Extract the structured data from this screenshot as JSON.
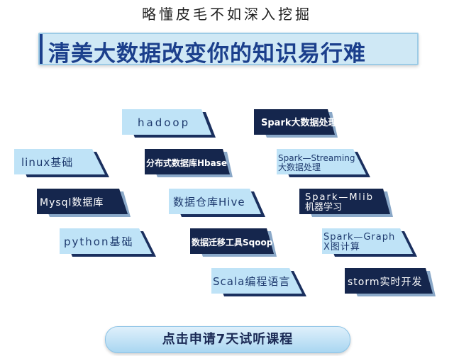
{
  "subtitle": "略懂皮毛不如深入挖掘",
  "headline": "清美大数据改变你的知识易行难",
  "colors": {
    "navy": "#1b3f8c",
    "dark_tag": "#15264d",
    "light_tag": "#bfe3f7",
    "shadow_tag": "#1a2f5e"
  },
  "courses": {
    "hadoop": "hadoop",
    "spark_big_data": "Spark大数据处理",
    "linux": "linux基础",
    "hbase": "分布式数据库Hbase",
    "spark_streaming_1": "Spark—Streaming",
    "spark_streaming_2": "大数据处理",
    "mysql": "Mysql数据库",
    "hive": "数据仓库Hive",
    "spark_mlib_1": "Spark—Mlib",
    "spark_mlib_2": "机器学习",
    "python": "python基础",
    "sqoop": "数据迁移工具Sqoop",
    "spark_graphx_1": "Spark—Graph",
    "spark_graphx_2": "X图计算",
    "scala": "Scala编程语言",
    "storm": "storm实时开发"
  },
  "cta": "点击申请7天试听课程"
}
